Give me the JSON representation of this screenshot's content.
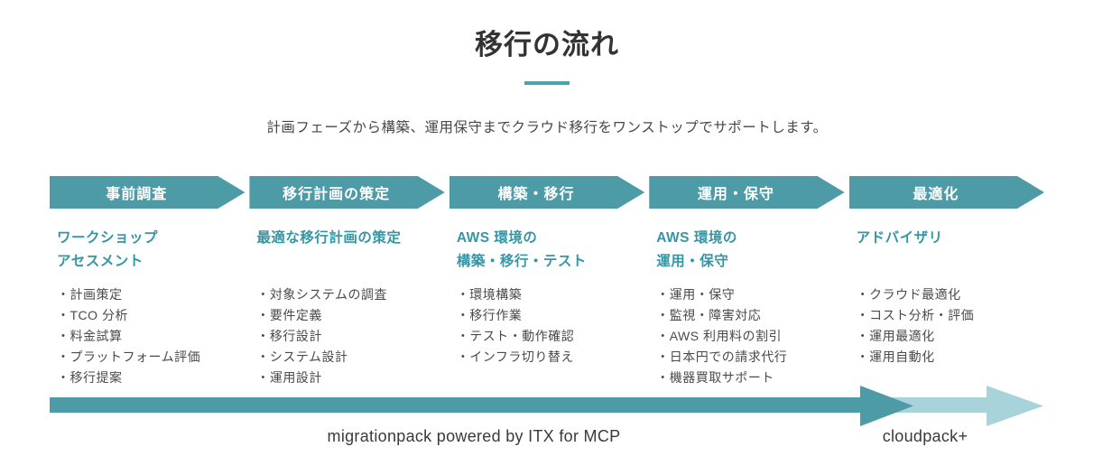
{
  "header": {
    "title": "移行の流れ",
    "subtitle": "計画フェーズから構築、運用保守までクラウド移行をワンストップでサポートします。"
  },
  "colors": {
    "teal": "#4d9ba6",
    "teal_light": "#a9d3da",
    "heading_teal": "#3596a4",
    "divider_teal": "#4ba3ae",
    "title_text": "#333333",
    "body_text": "#4a4a4a"
  },
  "phases": [
    {
      "label": "事前調査",
      "title": [
        "ワークショップ",
        "アセスメント"
      ],
      "items": [
        "・計画策定",
        "・TCO 分析",
        "・料金試算",
        "・プラットフォーム評価",
        "・移行提案"
      ]
    },
    {
      "label": "移行計画の策定",
      "title": [
        "最適な移行計画の策定"
      ],
      "items": [
        "・対象システムの調査",
        "・要件定義",
        "・移行設計",
        "・システム設計",
        "・運用設計"
      ]
    },
    {
      "label": "構築・移行",
      "title": [
        "AWS 環境の",
        "構築・移行・テスト"
      ],
      "items": [
        "・環境構築",
        "・移行作業",
        "・テスト・動作確認",
        "・インフラ切り替え"
      ]
    },
    {
      "label": "運用・保守",
      "title": [
        "AWS 環境の",
        "運用・保守"
      ],
      "items": [
        "・運用・保守",
        "・監視・障害対応",
        "・AWS 利用料の割引",
        "・日本円での請求代行",
        "・機器買取サポート"
      ]
    },
    {
      "label": "最適化",
      "title": [
        "アドバイザリ"
      ],
      "items": [
        "・クラウド最適化",
        "・コスト分析・評価",
        "・運用最適化",
        "・運用自動化"
      ]
    }
  ],
  "footer": {
    "primary_label": "migrationpack powered by ITX for MCP",
    "secondary_label": "cloudpack+"
  }
}
